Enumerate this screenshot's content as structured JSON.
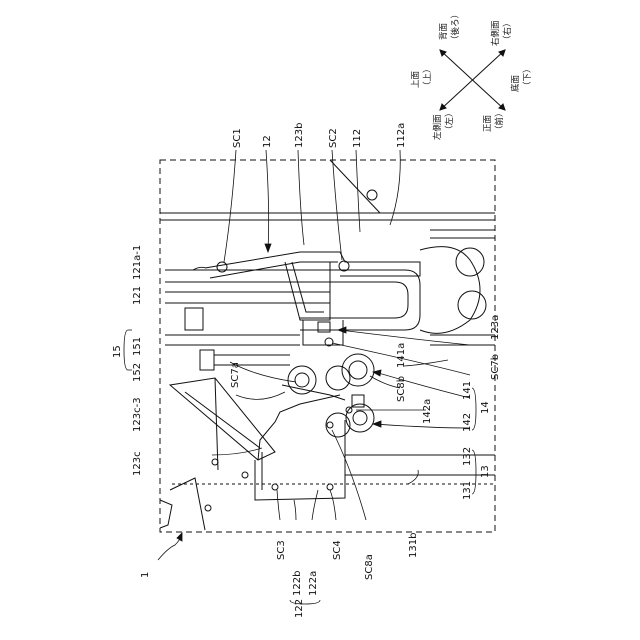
{
  "figure": {
    "direction_labels": {
      "back": "背面",
      "back_sub": "（後ろ）",
      "right_side": "右側面",
      "right_sub": "（右）",
      "top": "上面",
      "top_sub": "（上）",
      "bottom": "底面",
      "bottom_sub": "（下）",
      "left_side": "左側面",
      "left_sub": "（左）",
      "front": "正面",
      "front_sub": "（前）"
    },
    "refs": {
      "sc1": "SC1",
      "r12": "12",
      "r123b": "123b",
      "sc2": "SC2",
      "r112": "112",
      "r112a": "112a",
      "r121a1": "121a-1",
      "r121": "121",
      "r151": "151",
      "r15": "15",
      "r152": "152",
      "sc7a": "SC7a",
      "r123c3": "123c-3",
      "r123c": "123c",
      "r123a": "123a",
      "sc7b": "SC7b",
      "r141a": "141a",
      "sc8b": "SC8b",
      "r142a": "142a",
      "r141": "141",
      "r142": "142",
      "r14": "14",
      "r132": "132",
      "r131": "131",
      "r13": "13",
      "r131b": "131b",
      "sc8a": "SC8a",
      "sc4": "SC4",
      "r122a": "122a",
      "r122b": "122b",
      "sc3": "SC3",
      "r122": "122",
      "r1": "1"
    }
  }
}
